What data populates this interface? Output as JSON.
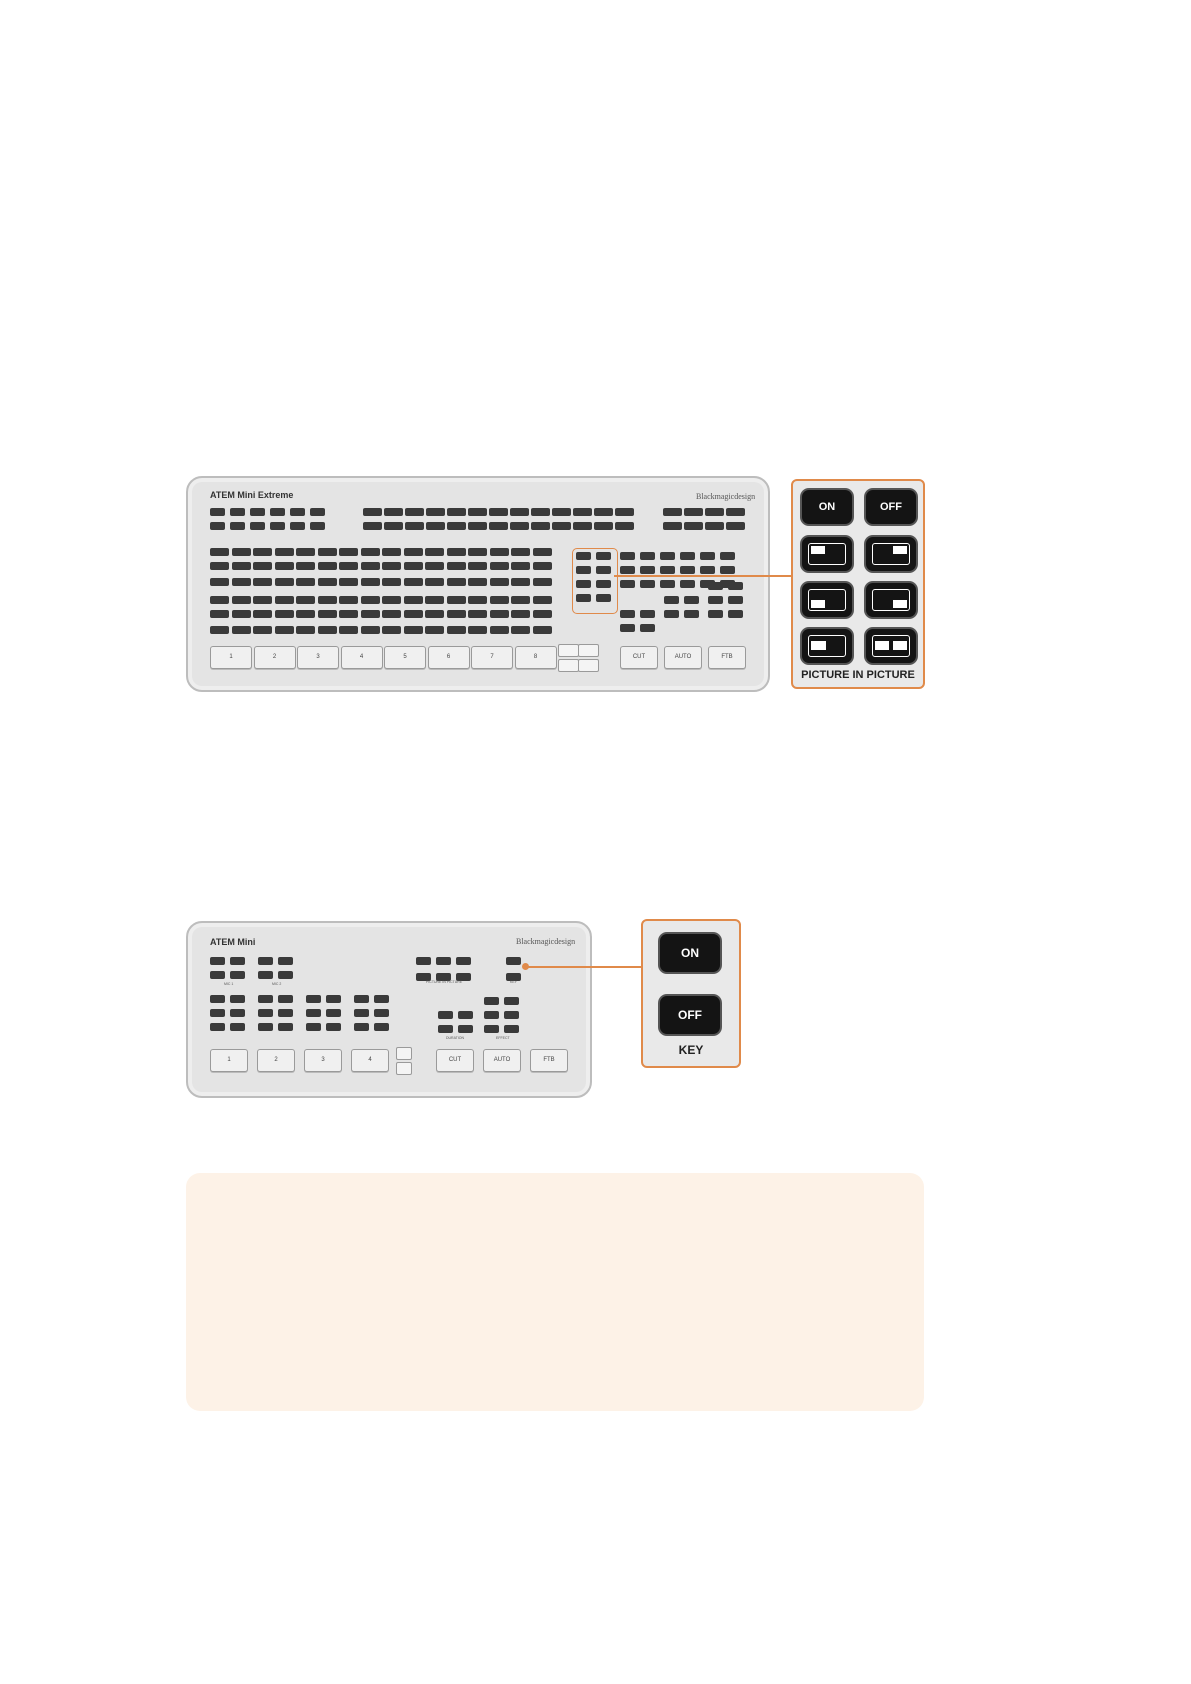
{
  "figure1": {
    "title": "ATEM Mini Extreme",
    "logo": "Blackmagicdesign",
    "bottom_buttons": [
      "1",
      "2",
      "3",
      "4",
      "5",
      "6",
      "7",
      "8"
    ],
    "transition_buttons": [
      "CUT",
      "AUTO",
      "FTB"
    ],
    "callout": {
      "on_label": "ON",
      "off_label": "OFF",
      "caption": "PICTURE IN PICTURE"
    }
  },
  "figure2": {
    "title": "ATEM Mini",
    "logo": "Blackmagicdesign",
    "bottom_buttons": [
      "1",
      "2",
      "3",
      "4"
    ],
    "transition_buttons": [
      "CUT",
      "AUTO",
      "FTB"
    ],
    "labels": {
      "mic1": "MIC 1",
      "mic2": "MIC 2",
      "pip": "PICTURE IN PICTURE",
      "key": "KEY",
      "duration": "DURATION",
      "effect": "EFFECT"
    },
    "callout": {
      "on_label": "ON",
      "off_label": "OFF",
      "caption": "KEY"
    }
  },
  "colors": {
    "accent": "#e08a4a",
    "note_background": "#fdf2e7",
    "panel": "#e4e4e4",
    "button_dark": "#141414"
  }
}
